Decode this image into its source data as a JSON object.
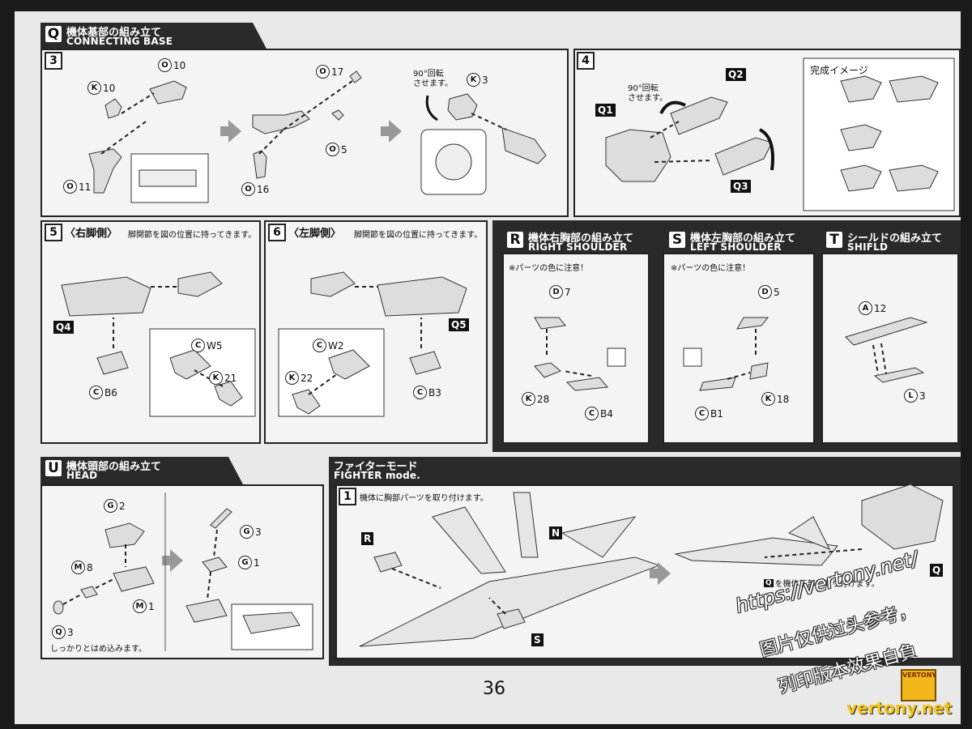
{
  "page_number": "36",
  "section_q": {
    "letter": "Q",
    "title_jp": "機体基部の組み立て",
    "title_en": "CONNECTING BASE",
    "step3": {
      "num": "3",
      "parts": [
        "10",
        "10",
        "11",
        "17",
        "5",
        "16",
        "3"
      ],
      "rotate_note": "90°回転\nさせます。"
    },
    "step4": {
      "num": "4",
      "rotate_note": "90°回転\nさせます。",
      "badges": [
        "Q1",
        "Q2",
        "Q3"
      ],
      "complete_label": "完成イメージ"
    }
  },
  "step5": {
    "num": "5",
    "title": "〈右脚側〉",
    "note": "脚関節を図の位置に持ってきます。",
    "badge": "Q4",
    "parts": [
      "W5",
      "21",
      "B6"
    ]
  },
  "step6": {
    "num": "6",
    "title": "〈左脚側〉",
    "note": "脚関節を図の位置に持ってきます。",
    "badge": "Q5",
    "parts": [
      "W2",
      "22",
      "B3"
    ]
  },
  "section_r": {
    "letter": "R",
    "title_jp": "機体右胸部の組み立て",
    "title_en": "RIGHT SHOULDER",
    "caution": "※パーツの色に注意！",
    "parts": [
      "7",
      "28",
      "B4"
    ]
  },
  "section_s": {
    "letter": "S",
    "title_jp": "機体左胸部の組み立て",
    "title_en": "LEFT SHOULDER",
    "caution": "※パーツの色に注意！",
    "parts": [
      "5",
      "18",
      "B1"
    ]
  },
  "section_t": {
    "letter": "T",
    "title_jp": "シールドの組み立て",
    "title_en": "SHIFLD",
    "parts": [
      "12",
      "3"
    ]
  },
  "section_u": {
    "letter": "U",
    "title_jp": "機体頭部の組み立て",
    "title_en": "HEAD",
    "parts": [
      "2",
      "8",
      "1",
      "3",
      "3",
      "1"
    ],
    "note": "しっかりとはめ込みます。"
  },
  "section_fighter": {
    "title_jp": "ファイターモード",
    "title_en": "FIGHTER mode.",
    "step1": {
      "num": "1",
      "note": "機体に胸部パーツを取り付けます。"
    },
    "badges": [
      "R",
      "N",
      "S",
      "Q"
    ],
    "q_note": "を機体下部に取り付けます。"
  },
  "watermark": {
    "url": "https://vertony.net/",
    "cn_line1": "图片仅供过头参考，",
    "cn_line2": "列印版本效果自負",
    "site": "vertony.net",
    "logo": "VERTONY.NET"
  }
}
